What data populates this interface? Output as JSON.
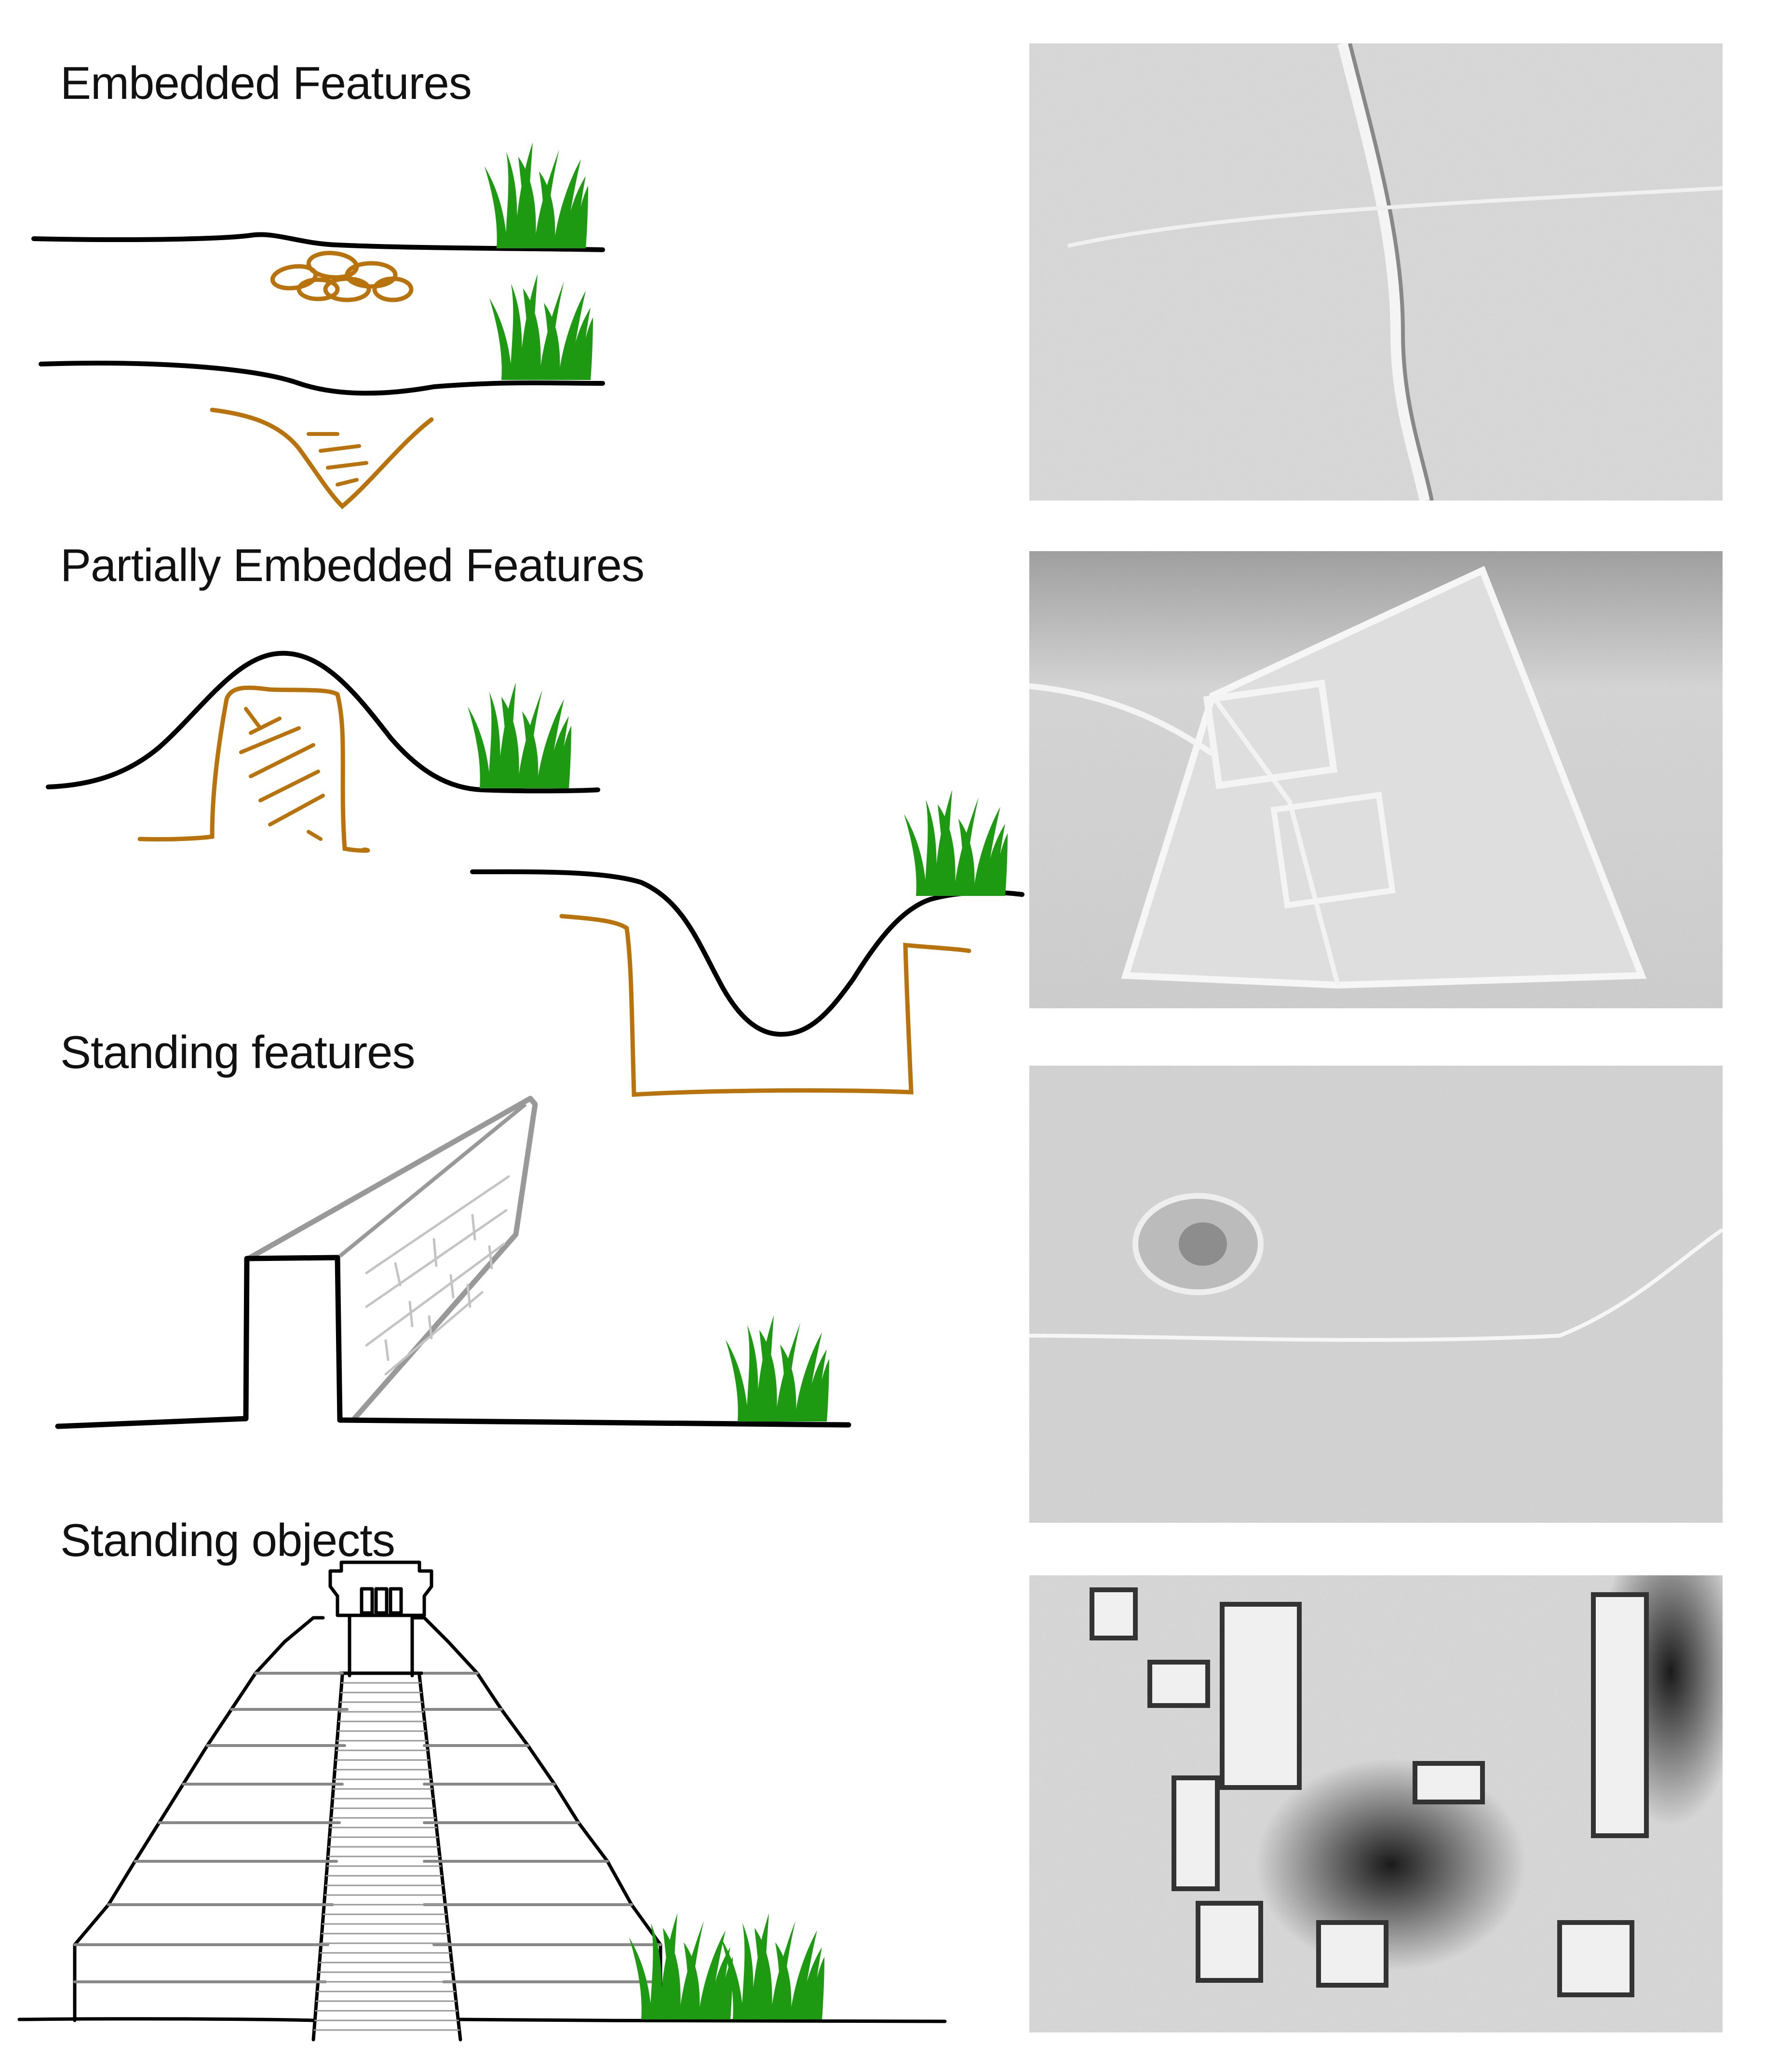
{
  "sections": [
    {
      "title": "Embedded Features"
    },
    {
      "title": "Partially Embedded Features"
    },
    {
      "title": "Standing features"
    },
    {
      "title": "Standing objects"
    }
  ],
  "colors": {
    "ground_line": "#000000",
    "feature": "#b8730d",
    "grass": "#1e9a12",
    "wall": "#999999",
    "pyramid": "#777777"
  },
  "icons": [
    "grass-icon",
    "stones-icon",
    "ditch-icon",
    "mound-icon",
    "pit-icon",
    "wall-icon",
    "pyramid-icon"
  ]
}
